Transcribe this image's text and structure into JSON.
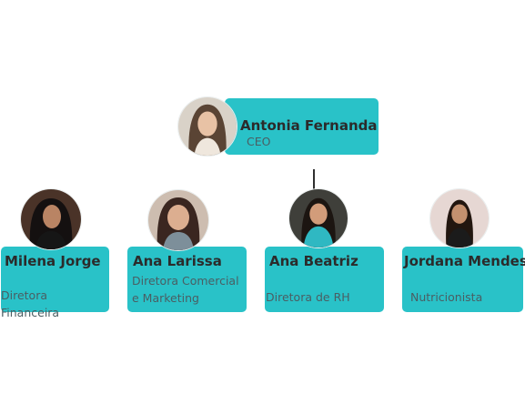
{
  "org_chart": {
    "ceo": {
      "name": "Antonia Fernanda",
      "role": "CEO"
    },
    "reports": [
      {
        "name": "Milena Jorge",
        "role": "Diretora Financeira"
      },
      {
        "name": "Ana Larissa",
        "role": "Diretora Comercial\ne Marketing"
      },
      {
        "name": "Ana Beatriz",
        "role": "Diretora de RH"
      },
      {
        "name": "Jordana Mendes",
        "role": "Nutricionista"
      }
    ]
  },
  "colors": {
    "card": "#29c2c8",
    "name_text": "#2b2b2b",
    "role_text": "#4a5e63"
  }
}
